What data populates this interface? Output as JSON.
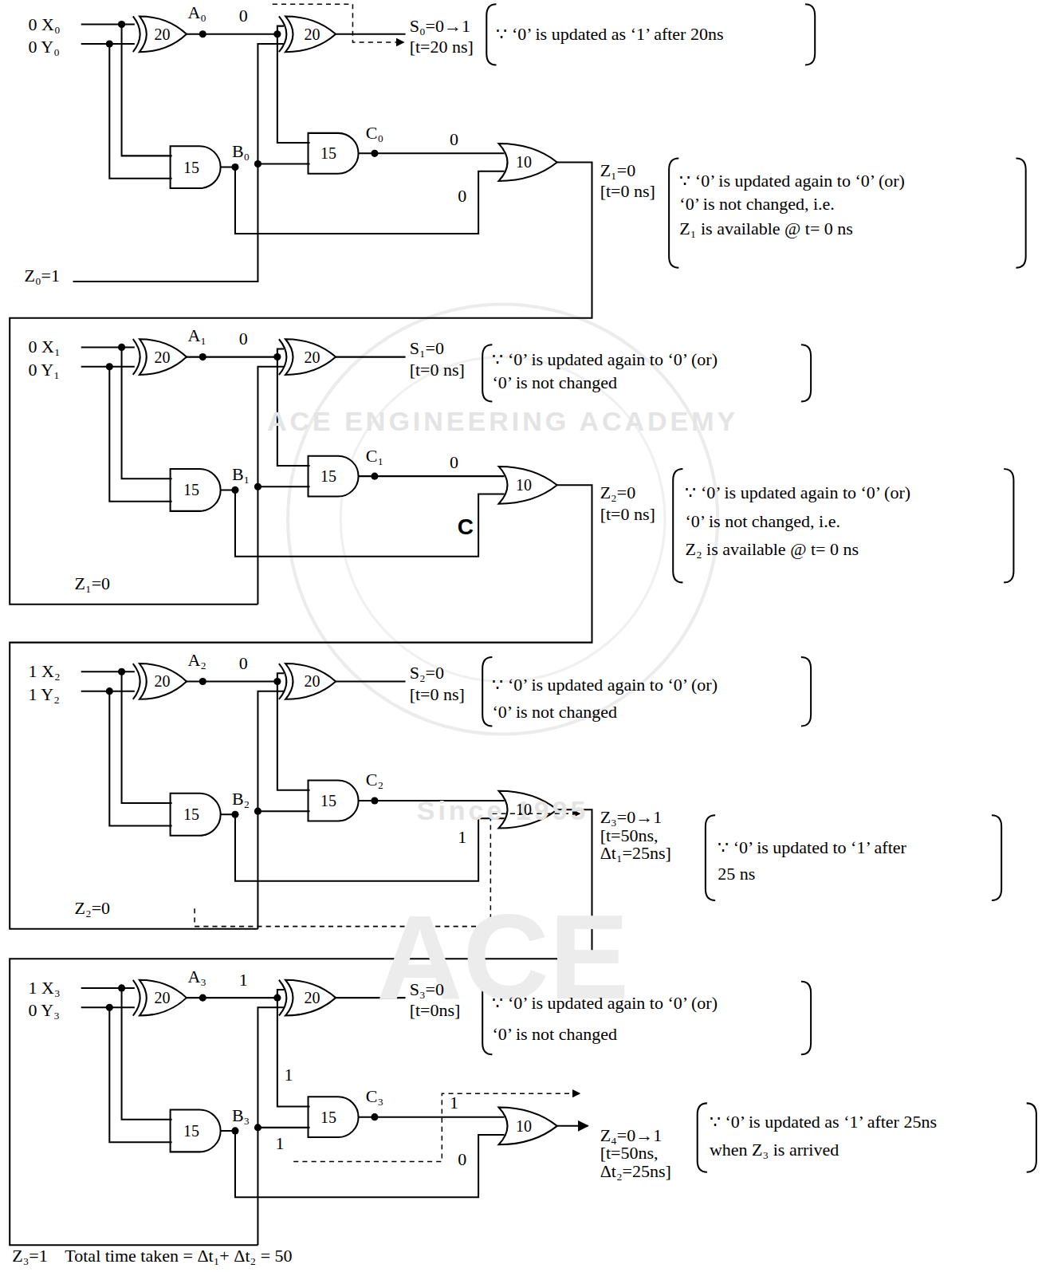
{
  "diagram": {
    "labels": [
      "0 X₀",
      "0 Y₀",
      "20",
      "A₀",
      "0",
      "20",
      "S₀=0→1",
      "[t=20 ns]",
      "∵ ‘0’ is updated as ‘1’ after 20ns",
      "15",
      "B₀",
      "15",
      "C₀",
      "0",
      "0",
      "10",
      "Z₁=0",
      "[t=0 ns]",
      "∵ ‘0’ is updated again to ‘0’ (or)",
      "‘0’ is  not changed, i.e.",
      "Z₁ is available @ t= 0 ns",
      "Z₀=1",
      "0 X₁",
      "0 Y₁",
      "20",
      "A₁",
      "0",
      "20",
      "S₁=0",
      "[t=0 ns]",
      "∵ ‘0’ is updated again to ‘0’ (or)",
      "‘0’ is  not changed",
      "15",
      "B₁",
      "15",
      "C₁",
      "0",
      "10",
      "C",
      "Z₂=0",
      "[t=0 ns]",
      "∵ ‘0’ is updated again to ‘0’ (or)",
      "‘0’ is  not changed, i.e.",
      "Z₂ is available @ t= 0 ns",
      "Z₁=0",
      "1 X₂",
      "1 Y₂",
      "20",
      "A₂",
      "0",
      "20",
      "S₂=0",
      "[t=0 ns]",
      "∵ ‘0’ is updated again to ‘0’ (or)",
      "‘0’ is not changed",
      "15",
      "B₂",
      "15",
      "C₂",
      "1",
      "10",
      "Z₃=0→1",
      "[t=50ns,",
      "Δt₁=25ns]",
      "∵ ‘0’ is updated to ‘1’  after",
      "25 ns",
      "Z₂=0",
      "1 X₃",
      "0 Y₃",
      "20",
      "A₃",
      "1",
      "20",
      "S₃=0",
      "[t=0ns]",
      "∵ ‘0’ is updated again to ‘0’ (or)",
      "‘0’ is  not changed",
      "1",
      "15",
      "B₃",
      "15",
      "C₃",
      "1",
      "1",
      "0",
      "10",
      "Z₄=0→1",
      "[t=50ns,",
      "Δt₂=25ns]",
      "∵ ‘0’ is updated as ‘1’ after 25ns",
      "when Z₃ is arrived",
      "Z₃=1",
      "Total time taken = Δt₁+ Δt₂ = 50",
      "ACE ENGINEERING ACADEMY",
      "Since 1995",
      "ACE"
    ]
  }
}
